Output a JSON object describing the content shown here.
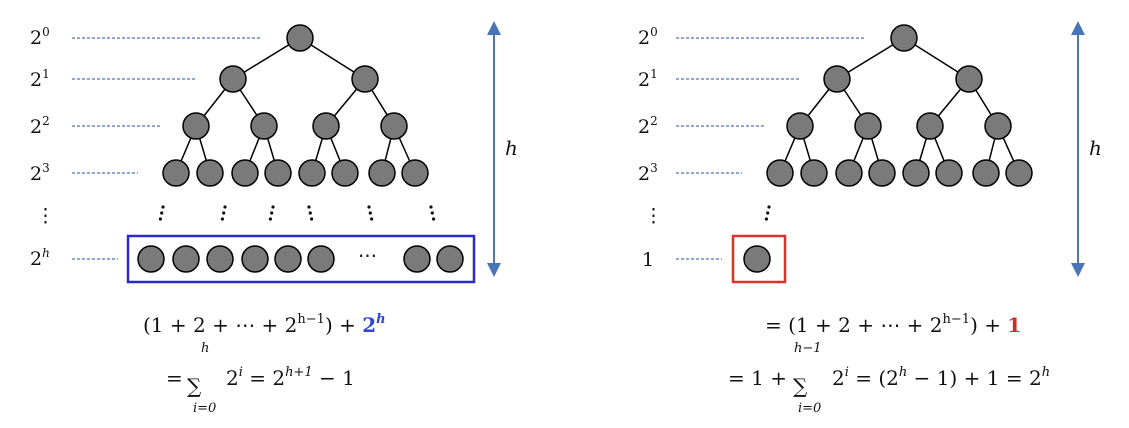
{
  "colors": {
    "node_fill": "#7a7a7a",
    "node_stroke": "#000000",
    "edge": "#000000",
    "guide": "#4a74b8",
    "arrow": "#4a74b8",
    "box_left": "#2a2acc",
    "box_right": "#d9342b",
    "highlight_left": "#2f45d8",
    "highlight_right": "#d12a2a"
  },
  "left_panel": {
    "levels": [
      {
        "base": "2",
        "exp": "0"
      },
      {
        "base": "2",
        "exp": "1"
      },
      {
        "base": "2",
        "exp": "2"
      },
      {
        "base": "2",
        "exp": "3"
      },
      {
        "base": "",
        "exp": ""
      },
      {
        "base": "2",
        "exp": "h"
      }
    ],
    "vdots": "⋮",
    "bottom_ellipsis": "⋯",
    "height_label": "h",
    "formula_line1_main": "(1 + 2 + ⋯ + 2",
    "formula_line1_exp": "h−1",
    "formula_line1_close": ") + ",
    "formula_line1_bold_base": "2",
    "formula_line1_bold_exp": "h",
    "formula_line2_eq": "=",
    "sum_symbol": "∑",
    "sum_upper": "h",
    "sum_lower": "i=0",
    "formula_line2_term": "2",
    "formula_line2_term_exp": "i",
    "formula_line2_rest": " = 2",
    "formula_line2_rest_exp": "h+1",
    "formula_line2_tail": " − 1"
  },
  "right_panel": {
    "levels": [
      {
        "base": "2",
        "exp": "0"
      },
      {
        "base": "2",
        "exp": "1"
      },
      {
        "base": "2",
        "exp": "2"
      },
      {
        "base": "2",
        "exp": "3"
      },
      {
        "base": "",
        "exp": ""
      },
      {
        "base": "1",
        "exp": ""
      }
    ],
    "vdots": "⋮",
    "height_label": "h",
    "formula_line1_main": "= (1 + 2 + ⋯ + 2",
    "formula_line1_exp": "h−1",
    "formula_line1_close": ") + ",
    "formula_line1_bold": "1",
    "formula_line2_head": "= 1 +",
    "sum_symbol": "∑",
    "sum_upper": "h−1",
    "sum_lower": "i=0",
    "formula_line2_term": "2",
    "formula_line2_term_exp": "i",
    "formula_line2_rest": " = (2",
    "formula_line2_rest_exp": "h",
    "formula_line2_tail": " − 1) + 1 = 2",
    "formula_line2_tail_exp": "h"
  }
}
